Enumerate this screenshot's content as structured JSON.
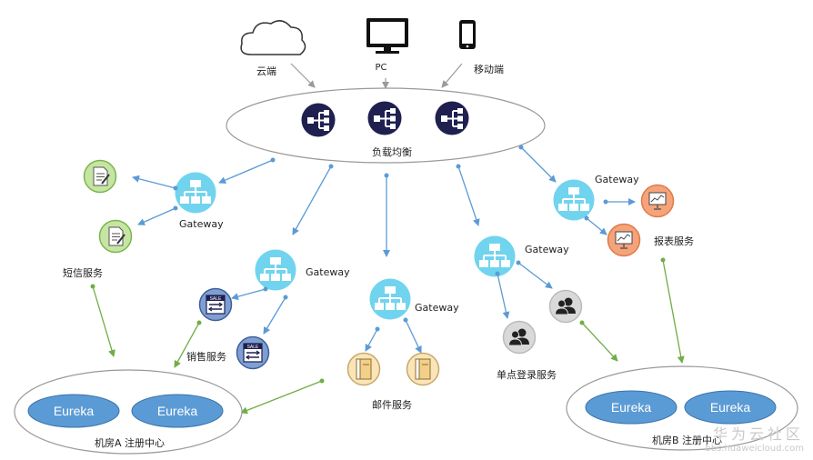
{
  "clients": {
    "cloud": "云端",
    "pc": "PC",
    "mobile": "移动端"
  },
  "load_balancer": "负载均衡",
  "gateway_label": "Gateway",
  "services": {
    "sms": "短信服务",
    "sales": "销售服务",
    "mail": "邮件服务",
    "sso": "单点登录服务",
    "report": "报表服务"
  },
  "registries": {
    "a": {
      "label": "机房A 注册中心",
      "nodes": [
        "Eureka",
        "Eureka"
      ]
    },
    "b": {
      "label": "机房B 注册中心",
      "nodes": [
        "Eureka",
        "Eureka"
      ]
    }
  },
  "icons": {
    "cloud": "cloud-icon",
    "pc": "monitor-icon",
    "mobile": "phone-icon",
    "load_balancer": "hierarchy-icon",
    "gateway": "org-tree-icon",
    "sms": "document-icon",
    "sales": "sale-tag-icon",
    "mail": "binder-icon",
    "sso": "users-icon",
    "report": "presentation-chart-icon"
  },
  "colors": {
    "blue_arrow": "#5b9bd5",
    "green_arrow": "#70ad47",
    "gateway": "#71d4ee",
    "load_balancer_icon": "#1f2050",
    "eureka": "#5b9bd5",
    "sms_bg": "#c6e5a4",
    "sales_bg": "#7f9fd3",
    "mail_bg": "#fbe5b8",
    "sso_bg": "#d9d9d9",
    "report_bg": "#f5a37a"
  },
  "watermark": {
    "title": "华为云社区",
    "url": "bbs.huaweicloud.com"
  }
}
